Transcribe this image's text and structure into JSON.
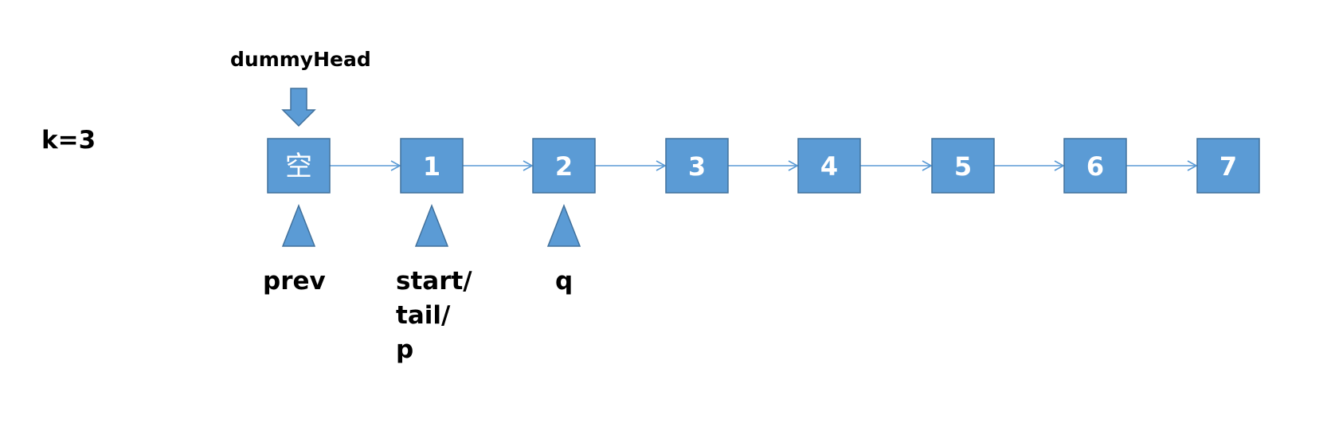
{
  "k_label": "k=3",
  "dummy_head_label": "dummyHead",
  "colors": {
    "node_fill": "#5B9BD5",
    "node_stroke": "#41719C",
    "edge": "#5B9BD5",
    "node_text": "#ffffff"
  },
  "nodes": [
    {
      "id": "dummy",
      "label": "空"
    },
    {
      "id": "n1",
      "label": "1"
    },
    {
      "id": "n2",
      "label": "2"
    },
    {
      "id": "n3",
      "label": "3"
    },
    {
      "id": "n4",
      "label": "4"
    },
    {
      "id": "n5",
      "label": "5"
    },
    {
      "id": "n6",
      "label": "6"
    },
    {
      "id": "n7",
      "label": "7"
    }
  ],
  "edges": [
    {
      "from": "dummy",
      "to": "n1"
    },
    {
      "from": "n1",
      "to": "n2"
    },
    {
      "from": "n2",
      "to": "n3"
    },
    {
      "from": "n3",
      "to": "n4"
    },
    {
      "from": "n4",
      "to": "n5"
    },
    {
      "from": "n5",
      "to": "n6"
    },
    {
      "from": "n6",
      "to": "n7"
    }
  ],
  "pointers": [
    {
      "node": "dummy",
      "lines": [
        "prev"
      ]
    },
    {
      "node": "n1",
      "lines": [
        "start/",
        "tail/",
        "p"
      ]
    },
    {
      "node": "n2",
      "lines": [
        "q"
      ]
    }
  ]
}
